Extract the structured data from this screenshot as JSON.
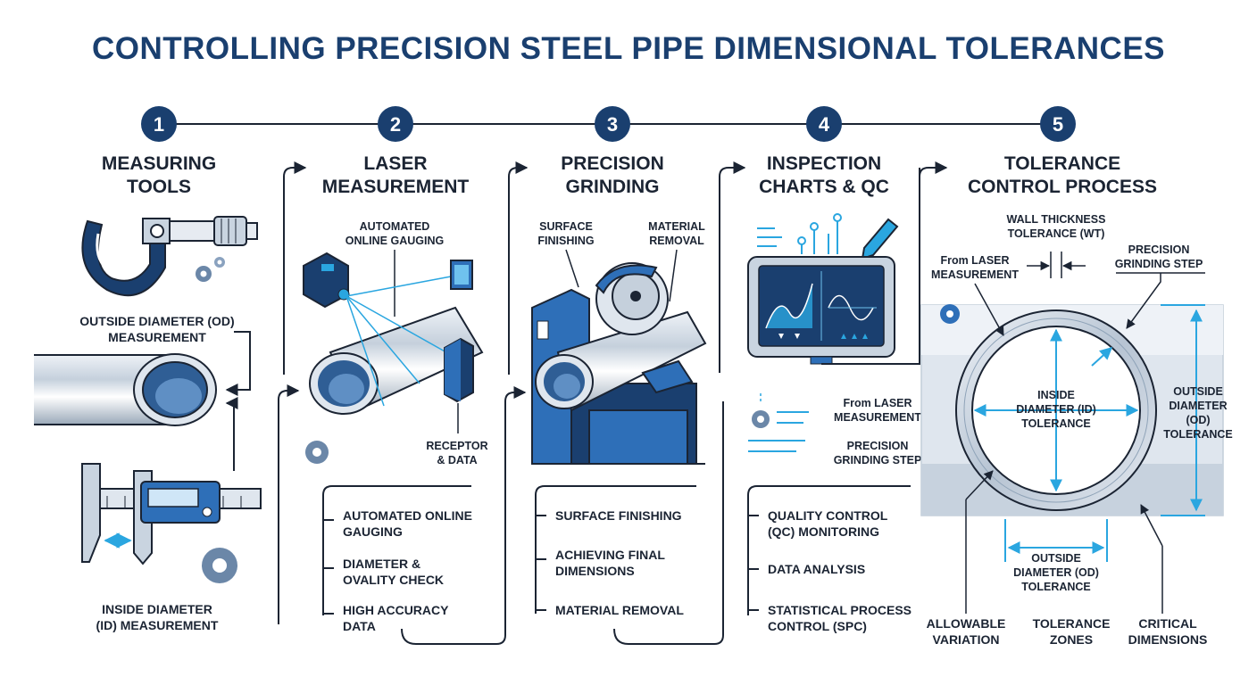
{
  "title": "CONTROLLING PRECISION STEEL PIPE DIMENSIONAL TOLERANCES",
  "steps": [
    {
      "number": "1",
      "heading": [
        "MEASURING",
        "TOOLS"
      ],
      "labels": {
        "od": [
          "OUTSIDE DIAMETER (OD)",
          "MEASUREMENT"
        ],
        "id": [
          "INSIDE DIAMETER",
          "(ID) MEASUREMENT"
        ]
      }
    },
    {
      "number": "2",
      "heading": [
        "LASER",
        "MEASUREMENT"
      ],
      "labels": {
        "gauging": [
          "AUTOMATED",
          "ONLINE GAUGING"
        ],
        "receptor": [
          "RECEPTOR",
          "& DATA"
        ]
      },
      "bullets": [
        [
          "AUTOMATED ONLINE",
          "GAUGING"
        ],
        [
          "DIAMETER &",
          "OVALITY CHECK"
        ],
        [
          "HIGH ACCURACY",
          "DATA"
        ]
      ]
    },
    {
      "number": "3",
      "heading": [
        "PRECISION",
        "GRINDING"
      ],
      "labels": {
        "surface": [
          "SURFACE",
          "FINISHING"
        ],
        "removal": [
          "MATERIAL",
          "REMOVAL"
        ]
      },
      "bullets": [
        [
          "SURFACE FINISHING"
        ],
        [
          "ACHIEVING FINAL",
          "DIMENSIONS"
        ],
        [
          "MATERIAL REMOVAL"
        ]
      ]
    },
    {
      "number": "4",
      "heading": [
        "INSPECTION",
        "CHARTS & QC"
      ],
      "labels": {
        "from_laser": [
          "From LASER",
          "MEASUREMENT"
        ],
        "grinding_step": [
          "PRECISION",
          "GRINDING STEP"
        ]
      },
      "bullets": [
        [
          "QUALITY CONTROL",
          "(QC) MONITORING"
        ],
        [
          "DATA ANALYSIS"
        ],
        [
          "STATISTICAL PROCESS",
          "CONTROL (SPC)"
        ]
      ]
    },
    {
      "number": "5",
      "heading": [
        "TOLERANCE",
        "CONTROL PROCESS"
      ],
      "labels": {
        "wall": [
          "WALL THICKNESS",
          "TOLERANCE (WT)"
        ],
        "from_laser": [
          "From LASER",
          "MEASUREMENT"
        ],
        "grinding_step": [
          "PRECISION",
          "GRINDING STEP"
        ],
        "id_tol": [
          "INSIDE",
          "DIAMETER (ID)",
          "TOLERANCE"
        ],
        "od_tol_right": [
          "OUTSIDE",
          "DIAMETER",
          "(OD)",
          "TOLERANCE"
        ],
        "od_tol_bottom": [
          "OUTSIDE",
          "DIAMETER (OD)",
          "TOLERANCE"
        ],
        "allowable": [
          "ALLOWABLE",
          "VARIATION"
        ],
        "zones": [
          "TOLERANCE",
          "ZONES"
        ],
        "critical": [
          "CRITICAL",
          "DIMENSIONS"
        ]
      }
    }
  ],
  "colors": {
    "navy": "#1a3f6f",
    "blue": "#2e6fb8",
    "cyan": "#2aa6e0",
    "steel": "#c9d4e0",
    "ink": "#1b2433"
  }
}
